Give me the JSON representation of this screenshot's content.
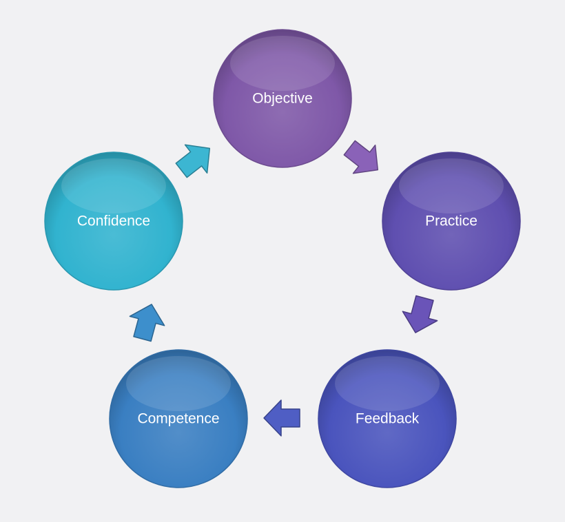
{
  "diagram": {
    "type": "cycle",
    "nodes": [
      {
        "id": "objective",
        "label": "Objective",
        "color": "#7f58a8"
      },
      {
        "id": "practice",
        "label": "Practice",
        "color": "#5f4fb0"
      },
      {
        "id": "feedback",
        "label": "Feedback",
        "color": "#4a54bd"
      },
      {
        "id": "competence",
        "label": "Competence",
        "color": "#3a7fc2"
      },
      {
        "id": "confidence",
        "label": "Confidence",
        "color": "#31b3cf"
      }
    ],
    "edges": [
      {
        "from": "objective",
        "to": "practice",
        "color": "#8a62b8"
      },
      {
        "from": "practice",
        "to": "feedback",
        "color": "#6a54b8"
      },
      {
        "from": "feedback",
        "to": "competence",
        "color": "#4f5ec4"
      },
      {
        "from": "competence",
        "to": "confidence",
        "color": "#3d8fcc"
      },
      {
        "from": "confidence",
        "to": "objective",
        "color": "#3cb6d2"
      }
    ]
  }
}
